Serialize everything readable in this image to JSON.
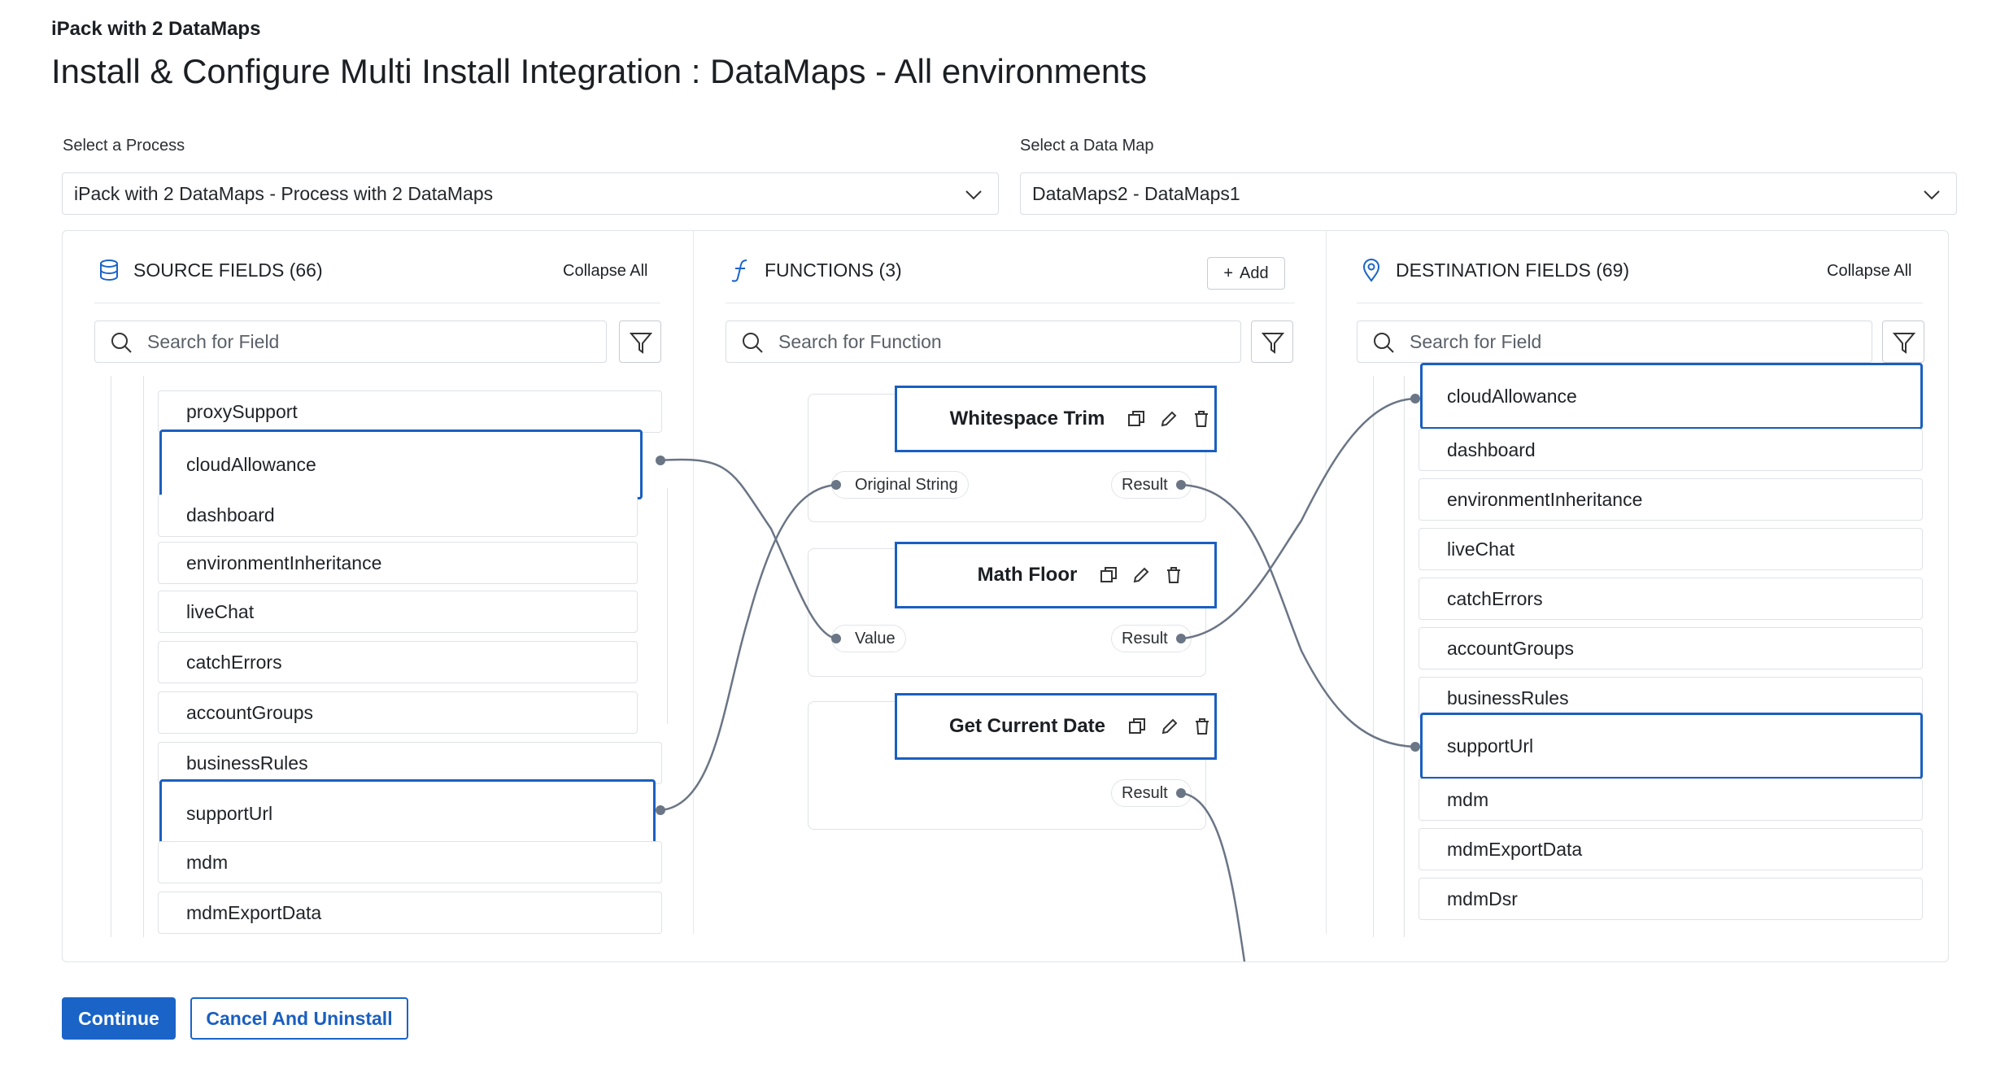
{
  "header": {
    "subtitle": "iPack with 2 DataMaps",
    "title": "Install & Configure Multi Install Integration : DataMaps - All environments"
  },
  "process_select": {
    "label": "Select a Process",
    "value": "iPack with 2 DataMaps - Process with 2 DataMaps"
  },
  "datamap_select": {
    "label": "Select a Data Map",
    "value": "DataMaps2 - DataMaps1"
  },
  "source": {
    "heading": "SOURCE FIELDS (66)",
    "collapse": "Collapse All",
    "search_placeholder": "Search for Field",
    "fields": [
      "proxySupport",
      "cloudAllowance",
      "dashboard",
      "environmentInheritance",
      "liveChat",
      "catchErrors",
      "accountGroups",
      "businessRules",
      "supportUrl",
      "mdm",
      "mdmExportData"
    ]
  },
  "functions": {
    "heading": "FUNCTIONS (3)",
    "add_label": "Add",
    "search_placeholder": "Search for Function",
    "items": [
      {
        "name": "Whitespace Trim",
        "input": "Original String",
        "output": "Result"
      },
      {
        "name": "Math Floor",
        "input": "Value",
        "output": "Result"
      },
      {
        "name": "Get Current Date",
        "output": "Result"
      }
    ]
  },
  "destination": {
    "heading": "DESTINATION FIELDS (69)",
    "collapse": "Collapse All",
    "search_placeholder": "Search for Field",
    "fields": [
      "cloudAllowance",
      "dashboard",
      "environmentInheritance",
      "liveChat",
      "catchErrors",
      "accountGroups",
      "businessRules",
      "supportUrl",
      "mdm",
      "mdmExportData",
      "mdmDsr"
    ]
  },
  "actions": {
    "continue": "Continue",
    "cancel": "Cancel And Uninstall"
  },
  "colors": {
    "accent": "#1a64c8",
    "selection": "#1a5fc0",
    "wire": "#6a7585"
  }
}
